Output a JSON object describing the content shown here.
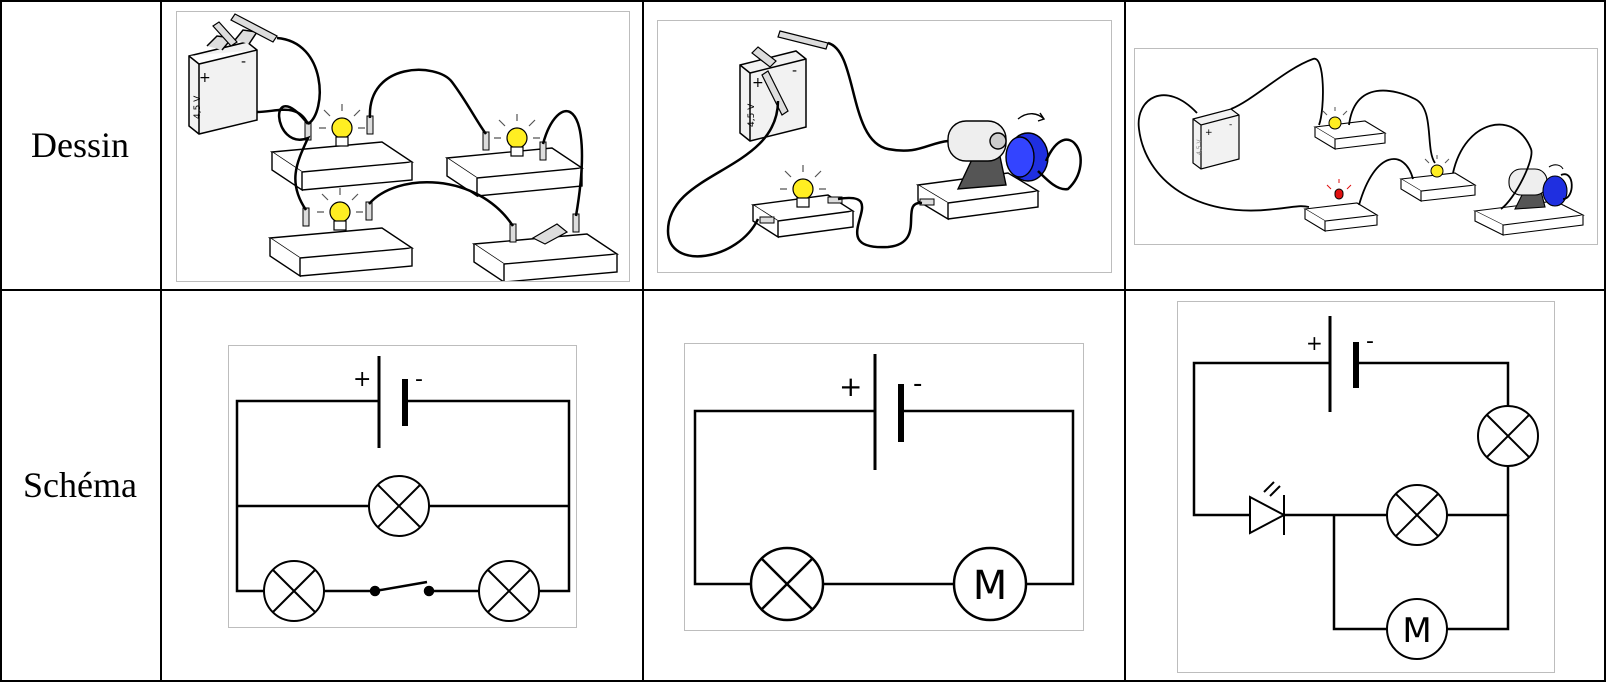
{
  "rows": {
    "dessin": "Dessin",
    "schema": "Schéma"
  },
  "battery_text": {
    "plus": "+",
    "minus": "-",
    "voltage": "4,5 V"
  },
  "motor_letter": "M",
  "colors": {
    "bulb": "#ffee22",
    "motor_disc": "#1f2fe0",
    "led": "#e01010",
    "line": "#000000",
    "frame": "#bdbdbd"
  }
}
